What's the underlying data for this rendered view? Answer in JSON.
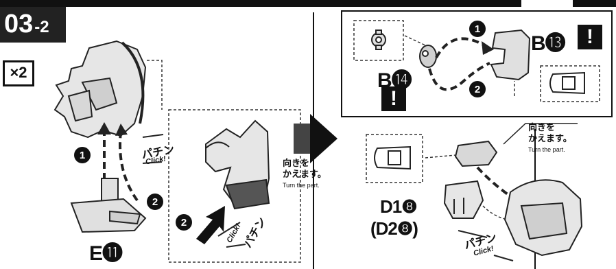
{
  "step": {
    "main": "03",
    "sub": "-2"
  },
  "quantity": "×2",
  "left": {
    "part_label": "E⓫",
    "step_one": "1",
    "step_two": "2",
    "sound_jp": "パチン",
    "sound_en": "Click!"
  },
  "detail": {
    "step_two": "2",
    "sound_jp": "パチン",
    "sound_en": "Click!"
  },
  "middle": {
    "turn_jp_1": "向きを",
    "turn_jp_2": "かえます。",
    "turn_en": "Turn the part."
  },
  "right_top": {
    "label_b13": "B⓭",
    "label_b14": "B⓮",
    "step_one": "1",
    "step_two": "2",
    "warn": "!"
  },
  "right_bottom": {
    "turn_jp_1": "向きを",
    "turn_jp_2": "かえます。",
    "turn_en": "Turn the part.",
    "label_d1": "D1❽",
    "label_d2": "(D2❽)",
    "sound_jp": "パチン",
    "sound_en": "Click!"
  }
}
